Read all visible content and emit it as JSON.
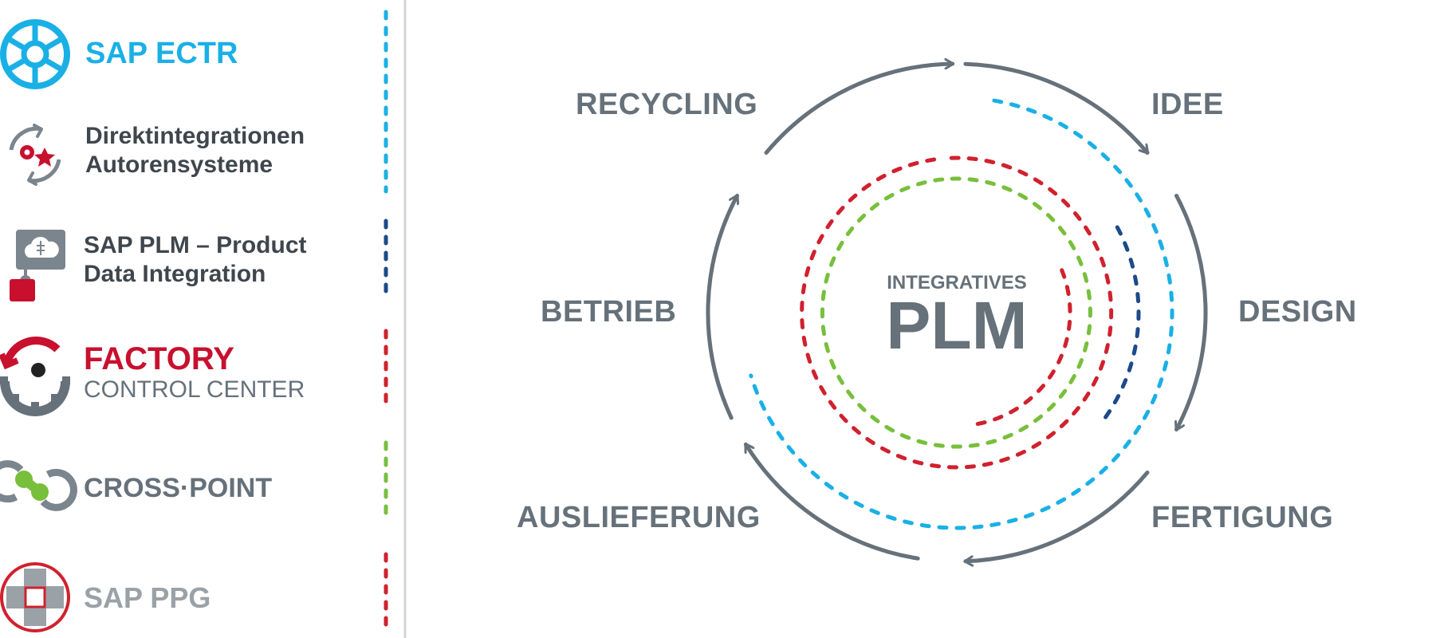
{
  "legend": {
    "items": [
      {
        "id": "ectr",
        "lines": [
          "SAP ECTR"
        ],
        "color": "#1ab0e6",
        "icon": "sap-ectr-wheel-icon"
      },
      {
        "id": "direkt",
        "lines": [
          "Direktintegrationen",
          "Autorensysteme"
        ],
        "color": "#3f464d",
        "icon": "gears-cycle-icon"
      },
      {
        "id": "pdi",
        "lines": [
          "SAP PLM – Product",
          "Data Integration"
        ],
        "color": "#3f464d",
        "icon": "cloud-network-icon"
      },
      {
        "id": "fcc",
        "lines": [
          "FACTORY",
          "CONTROL CENTER"
        ],
        "colors": [
          "#c8102e",
          "#66717a"
        ],
        "icon": "factory-gear-icon"
      },
      {
        "id": "cross",
        "lines": [
          "CROSS·POINT"
        ],
        "color": "#66717a",
        "icon": "cross-point-icon"
      },
      {
        "id": "ppg",
        "lines": [
          "SAP PPG"
        ],
        "color": "#9aa1a7",
        "icon": "ppg-cross-icon"
      }
    ]
  },
  "center": {
    "small": "INTEGRATIVES",
    "big": "PLM"
  },
  "stages": {
    "recycling": "RECYCLING",
    "idee": "IDEE",
    "design": "DESIGN",
    "fertigung": "FERTIGUNG",
    "auslieferung": "AUSLIEFERUNG",
    "betrieb": "BETRIEB"
  },
  "colors": {
    "gray": "#66717a",
    "blue": "#1ab0e6",
    "navy": "#1c4a8a",
    "red": "#d0212e",
    "green": "#78bf3c",
    "divider": "#d2d5d8"
  }
}
